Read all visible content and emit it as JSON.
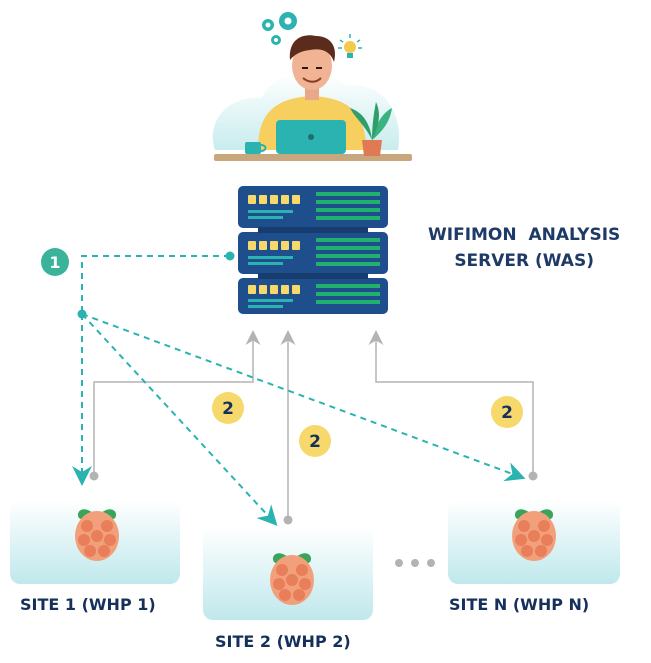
{
  "server": {
    "title_line1": "WIFIMON  ANALYSIS",
    "title_line2": "SERVER (WAS)"
  },
  "steps": {
    "step1": "1",
    "step2a": "2",
    "step2b": "2",
    "step2c": "2"
  },
  "sites": [
    {
      "label": "SITE 1 (WHP 1)"
    },
    {
      "label": "SITE 2 (WHP 2)"
    },
    {
      "label": "SITE N (WHP N)"
    }
  ],
  "colors": {
    "teal": "#2bb3b1",
    "step1_badge": "#3bb39a",
    "step2_badge": "#f7d96b",
    "navy": "#15305a",
    "server_blue": "#1f4e8c",
    "server_green": "#22b06f",
    "site_panel": "#cfeef0",
    "grey_line": "#b3b3b3"
  },
  "icons": [
    "person-at-laptop-icon",
    "gears-icon",
    "lightbulb-icon",
    "server-rack-icon",
    "raspberry-pi-icon"
  ]
}
